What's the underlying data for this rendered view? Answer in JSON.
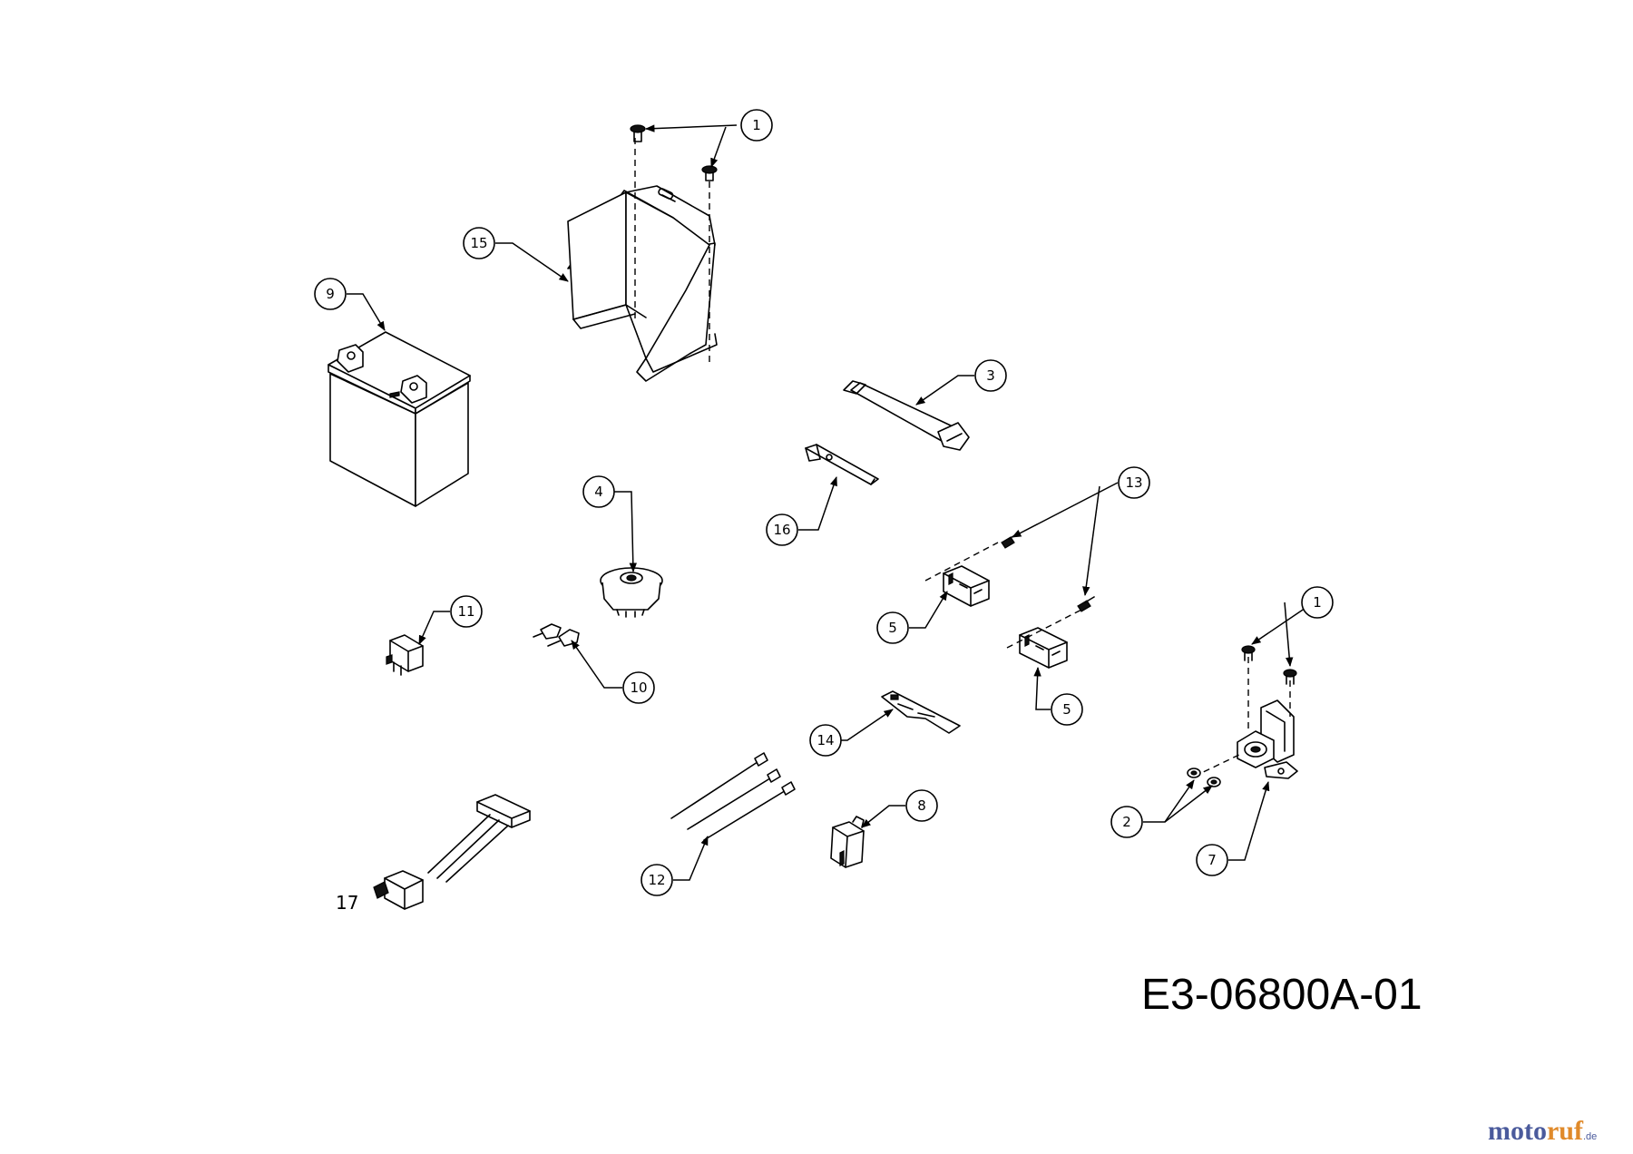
{
  "callouts": {
    "c1a": "1",
    "c15": "15",
    "c9": "9",
    "c3": "3",
    "c13": "13",
    "c4": "4",
    "c16": "16",
    "c11": "11",
    "c10": "10",
    "c5a": "5",
    "c5b": "5",
    "c1b": "1",
    "c14": "14",
    "c8": "8",
    "c2": "2",
    "c7": "7",
    "c12": "12",
    "c17": "17"
  },
  "drawing_number": "E3-06800A-01",
  "watermark": {
    "part1": "moto",
    "part2": "ruf",
    "suffix": ".de"
  }
}
